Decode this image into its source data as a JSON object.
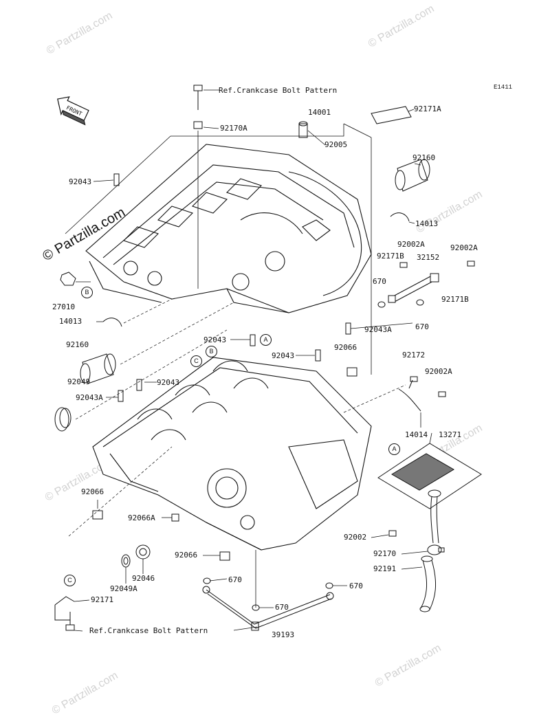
{
  "diagram_code": "E1411",
  "watermark": {
    "faint_text": "© Partzilla.com",
    "main_text": "© Partzilla.com"
  },
  "front_arrow": "FRONT",
  "labels": {
    "ref_top": "Ref.Crankcase Bolt Pattern",
    "ref_bottom": "Ref.Crankcase Bolt Pattern",
    "p14001": "14001",
    "p92171A": "92171A",
    "p92170A": "92170A",
    "p92005": "92005",
    "p92160_top": "92160",
    "p92043_a": "92043",
    "p14013_right": "14013",
    "p92002A_1": "92002A",
    "p92002A_2": "92002A",
    "p92171B_left": "92171B",
    "p32152": "32152",
    "p670_a": "670",
    "p92171B_right": "92171B",
    "p670_b": "670",
    "p27010": "27010",
    "p14013_left": "14013",
    "p92043A_right": "92043A",
    "p92160_left": "92160",
    "p92043_b": "92043",
    "p92043_c": "92043",
    "p92066_top": "92066",
    "p92172": "92172",
    "p92002A_3": "92002A",
    "p92049": "92049",
    "p92043_d": "92043",
    "p92043A_left": "92043A",
    "p14014": "14014",
    "p13271": "13271",
    "p92066_left": "92066",
    "p92066A": "92066A",
    "p92002": "92002",
    "p92066_bottom": "92066",
    "p92046": "92046",
    "p92049A": "92049A",
    "p92170": "92170",
    "p92191": "92191",
    "p670_c": "670",
    "p670_d": "670",
    "p670_e": "670",
    "p92171": "92171",
    "p39193": "39193"
  },
  "callouts": {
    "a": "A",
    "b": "B",
    "c": "C"
  }
}
